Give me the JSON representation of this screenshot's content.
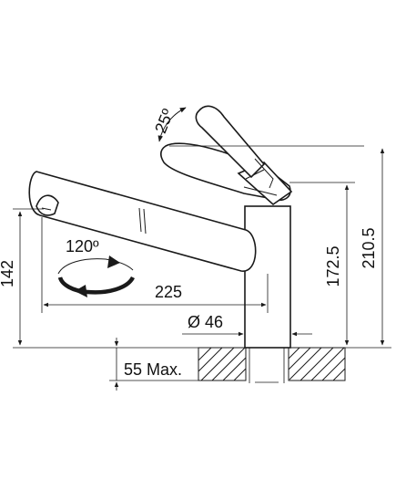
{
  "figure": {
    "dimensions": {
      "spout_height": "142",
      "outreach": "225",
      "body_height": "172.5",
      "total_height": "210.5",
      "base_diameter": "Ø 46",
      "max_counter_thickness": "55 Max.",
      "rotation_angle": "120º",
      "lever_angle": "25º"
    }
  }
}
